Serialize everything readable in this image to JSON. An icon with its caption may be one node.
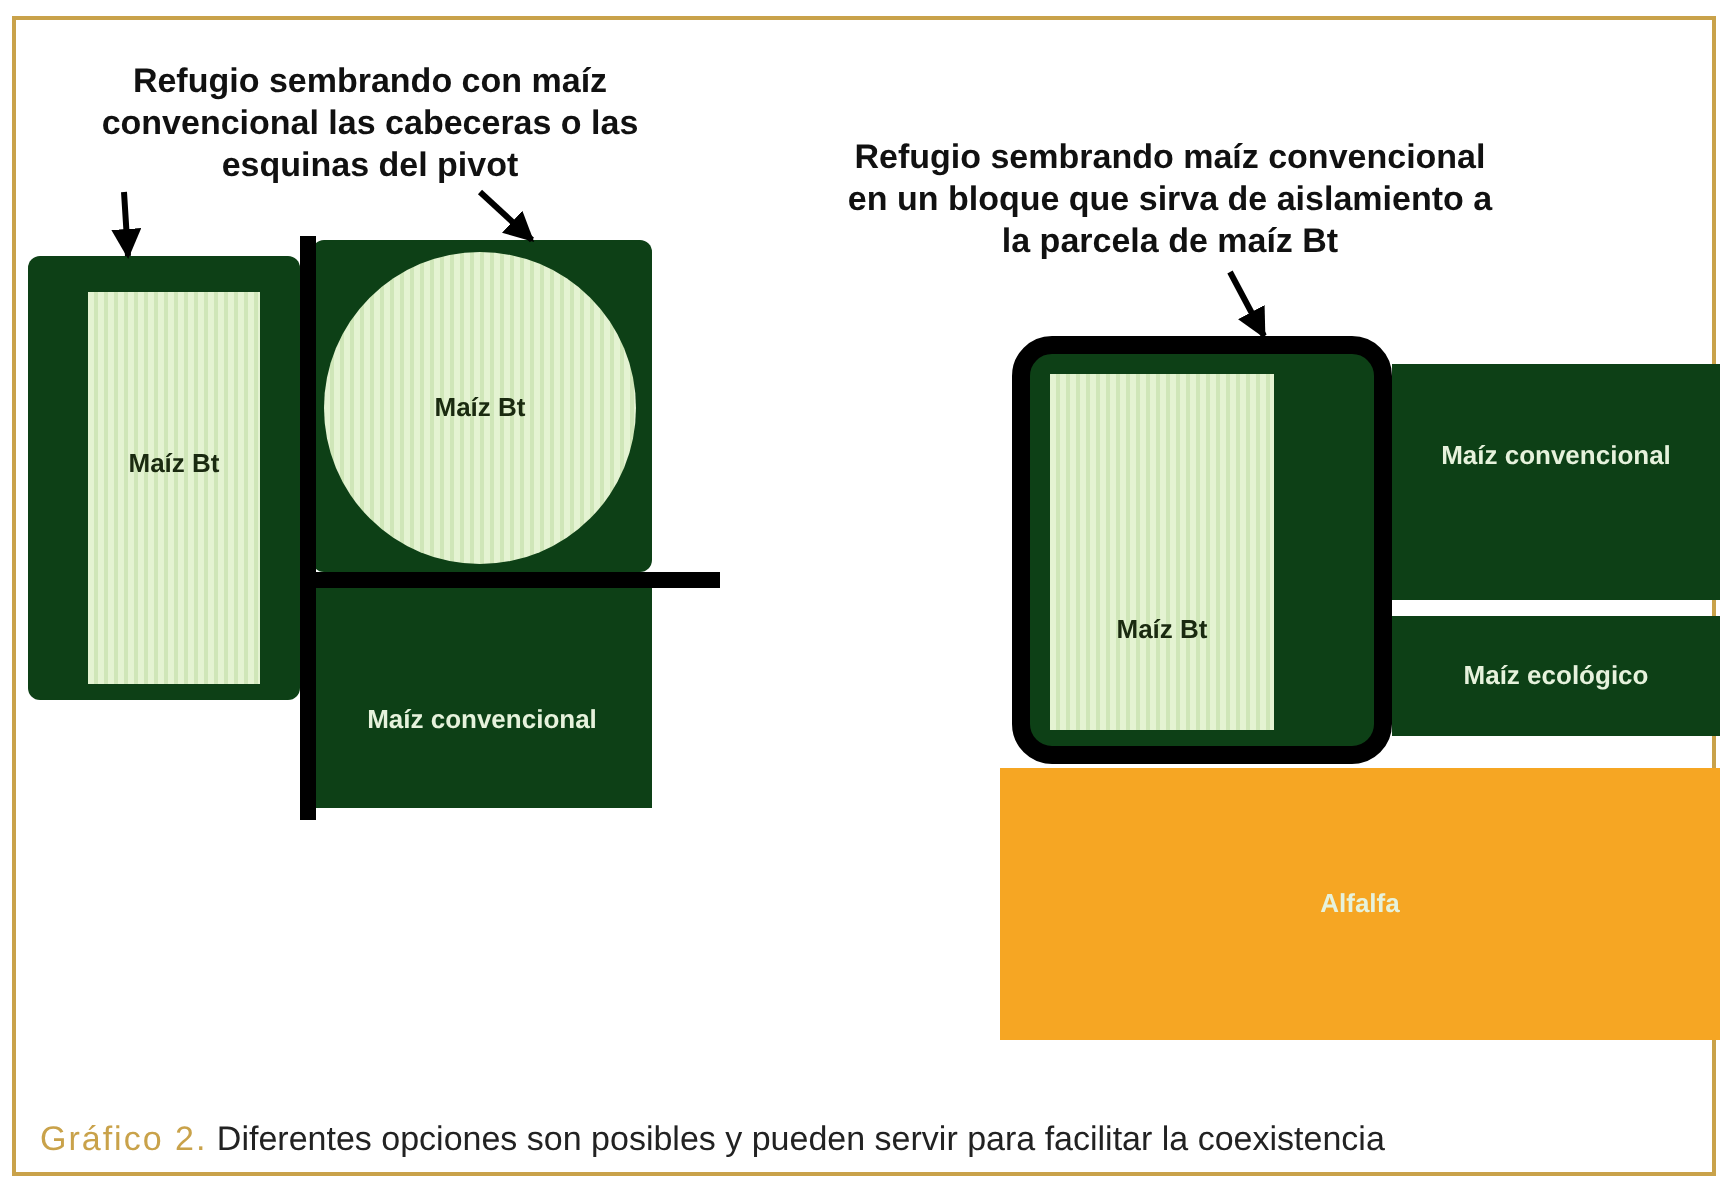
{
  "diagram": {
    "caption": "**Gráfico 2.** Diferentes opciones son posibles y pueden servir para facilitar la coexistencia",
    "nodes": [
      {
        "text": [
          "Refugio sembrando con maíz convencional las cabeceras o las esquinas del pivot"
        ]
      },
      {
        "text": [],
        "shape": "box"
      },
      {
        "text": [
          "Maíz Bt"
        ],
        "in": 1
      },
      {
        "text": [],
        "shape": "box"
      },
      {
        "text": [
          "Maíz Bt"
        ],
        "in": 3
      },
      {
        "text": [
          "Maíz convencional"
        ]
      },
      {
        "text": [
          "Refugio sembrando maíz convencional en un bloque que sirva de aislamiento a la parcela de maíz Bt"
        ]
      },
      {
        "text": [],
        "shape": "box"
      },
      {
        "text": [
          "Maíz Bt"
        ],
        "in": 7
      },
      {
        "text": [
          "Maíz convencional"
        ]
      },
      {
        "text": [
          "Maíz ecológico"
        ]
      },
      {
        "text": [
          "Alfalfa"
        ]
      }
    ],
    "edges": [
      {
        "from": 0,
        "to": 1,
        "arrow": "to"
      },
      {
        "from": 0,
        "to": 3,
        "arrow": "to"
      },
      {
        "from": 6,
        "to": 7,
        "arrow": "to"
      }
    ]
  }
}
